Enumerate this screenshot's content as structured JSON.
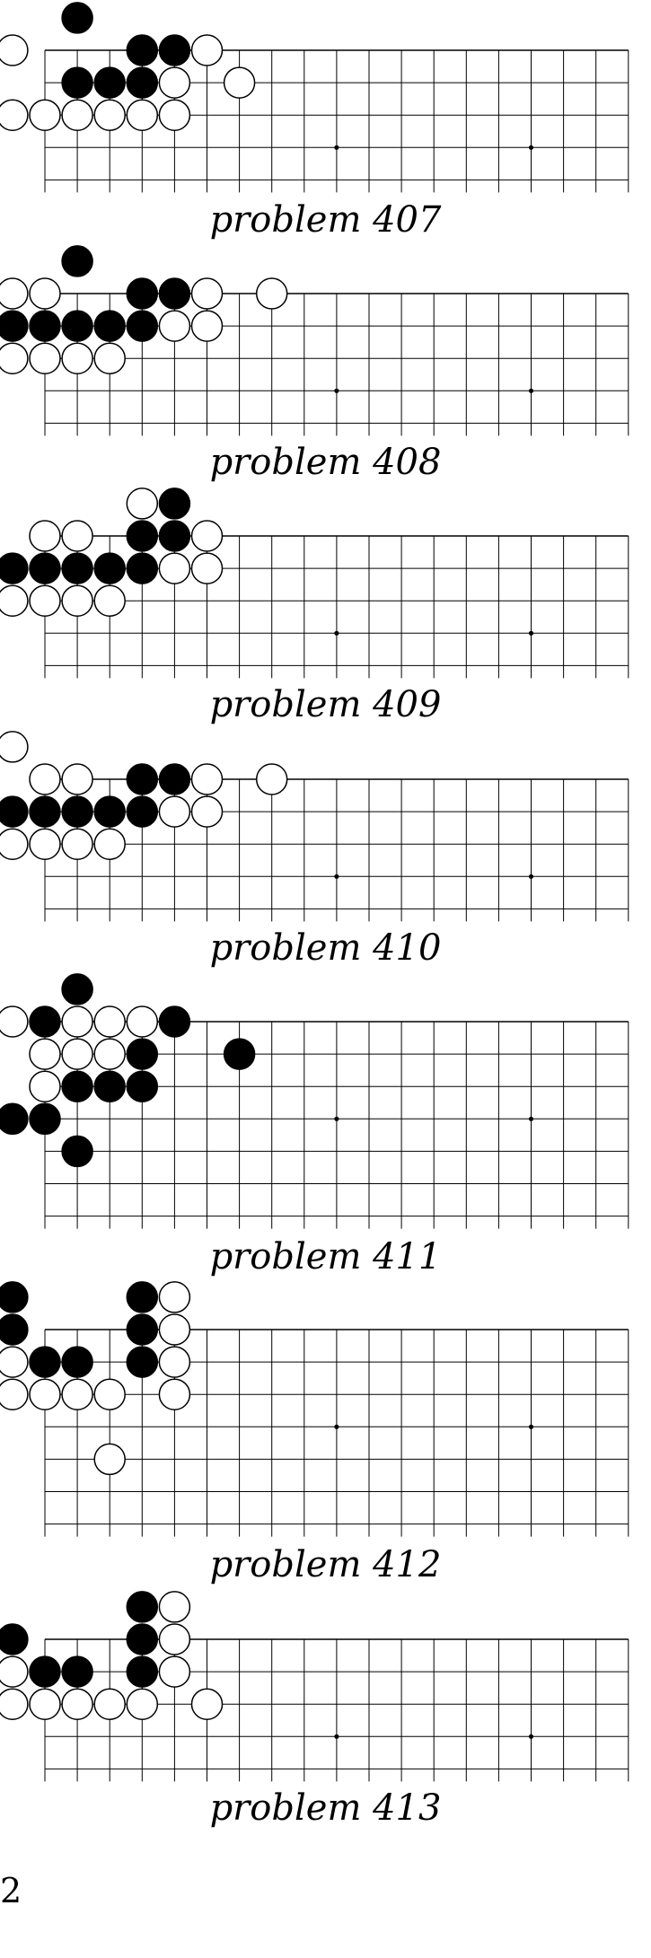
{
  "page_number": "2",
  "board": {
    "columns": 19,
    "rows_visible": [
      5,
      5,
      5,
      5,
      7,
      7,
      5
    ],
    "hoshi_columns": [
      9,
      15
    ],
    "hoshi_row": 3
  },
  "problems": [
    {
      "caption": "problem 407",
      "black": [
        [
          1,
          -1
        ],
        [
          3,
          0
        ],
        [
          4,
          0
        ],
        [
          1,
          1
        ],
        [
          2,
          1
        ],
        [
          3,
          1
        ]
      ],
      "white": [
        [
          -1,
          0
        ],
        [
          5,
          0
        ],
        [
          4,
          1
        ],
        [
          6,
          1
        ],
        [
          -1,
          2
        ],
        [
          0,
          2
        ],
        [
          1,
          2
        ],
        [
          2,
          2
        ],
        [
          3,
          2
        ],
        [
          4,
          2
        ]
      ]
    },
    {
      "caption": "problem 408",
      "black": [
        [
          1,
          -1
        ],
        [
          3,
          0
        ],
        [
          4,
          0
        ],
        [
          -1,
          1
        ],
        [
          0,
          1
        ],
        [
          1,
          1
        ],
        [
          2,
          1
        ],
        [
          3,
          1
        ]
      ],
      "white": [
        [
          -1,
          0
        ],
        [
          0,
          0
        ],
        [
          5,
          0
        ],
        [
          7,
          0
        ],
        [
          4,
          1
        ],
        [
          5,
          1
        ],
        [
          -1,
          2
        ],
        [
          0,
          2
        ],
        [
          1,
          2
        ],
        [
          2,
          2
        ]
      ]
    },
    {
      "caption": "problem 409",
      "black": [
        [
          4,
          -1
        ],
        [
          3,
          0
        ],
        [
          4,
          0
        ],
        [
          -1,
          1
        ],
        [
          0,
          1
        ],
        [
          1,
          1
        ],
        [
          2,
          1
        ],
        [
          3,
          1
        ]
      ],
      "white": [
        [
          3,
          -1
        ],
        [
          0,
          0
        ],
        [
          1,
          0
        ],
        [
          5,
          0
        ],
        [
          4,
          1
        ],
        [
          5,
          1
        ],
        [
          -1,
          2
        ],
        [
          0,
          2
        ],
        [
          1,
          2
        ],
        [
          2,
          2
        ]
      ]
    },
    {
      "caption": "problem 410",
      "black": [
        [
          3,
          0
        ],
        [
          4,
          0
        ],
        [
          -1,
          1
        ],
        [
          0,
          1
        ],
        [
          1,
          1
        ],
        [
          2,
          1
        ],
        [
          3,
          1
        ]
      ],
      "white": [
        [
          -1,
          -1
        ],
        [
          0,
          0
        ],
        [
          1,
          0
        ],
        [
          5,
          0
        ],
        [
          7,
          0
        ],
        [
          4,
          1
        ],
        [
          5,
          1
        ],
        [
          -1,
          2
        ],
        [
          0,
          2
        ],
        [
          1,
          2
        ],
        [
          2,
          2
        ]
      ]
    },
    {
      "caption": "problem 411",
      "black": [
        [
          1,
          -1
        ],
        [
          0,
          0
        ],
        [
          4,
          0
        ],
        [
          3,
          1
        ],
        [
          6,
          1
        ],
        [
          1,
          2
        ],
        [
          2,
          2
        ],
        [
          3,
          2
        ],
        [
          -1,
          3
        ],
        [
          0,
          3
        ],
        [
          1,
          4
        ]
      ],
      "white": [
        [
          -1,
          0
        ],
        [
          1,
          0
        ],
        [
          2,
          0
        ],
        [
          3,
          0
        ],
        [
          0,
          1
        ],
        [
          1,
          1
        ],
        [
          2,
          1
        ],
        [
          0,
          2
        ]
      ]
    },
    {
      "caption": "problem 412",
      "black": [
        [
          -1,
          -1
        ],
        [
          3,
          -1
        ],
        [
          -1,
          0
        ],
        [
          3,
          0
        ],
        [
          0,
          1
        ],
        [
          1,
          1
        ],
        [
          3,
          1
        ]
      ],
      "white": [
        [
          4,
          -1
        ],
        [
          4,
          0
        ],
        [
          -1,
          1
        ],
        [
          4,
          1
        ],
        [
          -1,
          2
        ],
        [
          0,
          2
        ],
        [
          1,
          2
        ],
        [
          2,
          2
        ],
        [
          4,
          2
        ],
        [
          2,
          4
        ]
      ]
    },
    {
      "caption": "problem 413",
      "black": [
        [
          3,
          -1
        ],
        [
          -1,
          0
        ],
        [
          3,
          0
        ],
        [
          0,
          1
        ],
        [
          1,
          1
        ],
        [
          3,
          1
        ]
      ],
      "white": [
        [
          4,
          -1
        ],
        [
          4,
          0
        ],
        [
          -1,
          1
        ],
        [
          4,
          1
        ],
        [
          -1,
          2
        ],
        [
          0,
          2
        ],
        [
          1,
          2
        ],
        [
          2,
          2
        ],
        [
          3,
          2
        ],
        [
          5,
          2
        ]
      ]
    }
  ]
}
